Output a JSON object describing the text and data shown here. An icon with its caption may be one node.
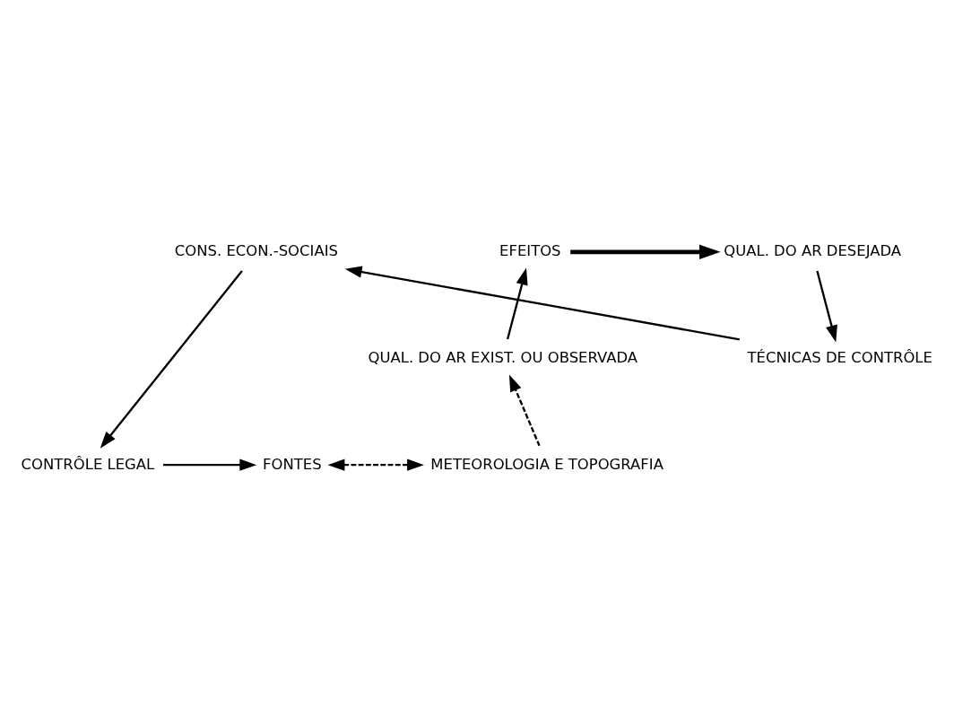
{
  "diagram": {
    "nodes": [
      {
        "text": [
          "CONTRÔLE LEGAL"
        ]
      },
      {
        "text": [
          "FONTES"
        ]
      },
      {
        "text": [
          "METEOROLOGIA E TOPOGRAFIA"
        ]
      },
      {
        "text": [
          "CONS. ECON.-SOCIAIS"
        ]
      },
      {
        "text": [
          "QUAL. DO AR EXIST. OU OBSERVADA"
        ]
      },
      {
        "text": [
          "TÉCNICAS DE CONTRÔLE"
        ]
      },
      {
        "text": [
          "EFEITOS"
        ]
      },
      {
        "text": [
          "QUAL. DO AR DESEJADA"
        ]
      }
    ],
    "edges": [
      {
        "from": 0,
        "to": 1,
        "arrow": "to"
      },
      {
        "from": 1,
        "to": 2,
        "arrow": "both",
        "style": "dashed"
      },
      {
        "from": 2,
        "to": 4,
        "arrow": "to",
        "style": "dashed"
      },
      {
        "from": 4,
        "to": 6,
        "arrow": "to"
      },
      {
        "from": 6,
        "to": 7,
        "arrow": "to",
        "style": "thick"
      },
      {
        "from": 7,
        "to": 5,
        "arrow": "to"
      },
      {
        "from": 5,
        "to": 3,
        "arrow": "to"
      },
      {
        "from": 3,
        "to": 0,
        "arrow": "to"
      }
    ]
  }
}
